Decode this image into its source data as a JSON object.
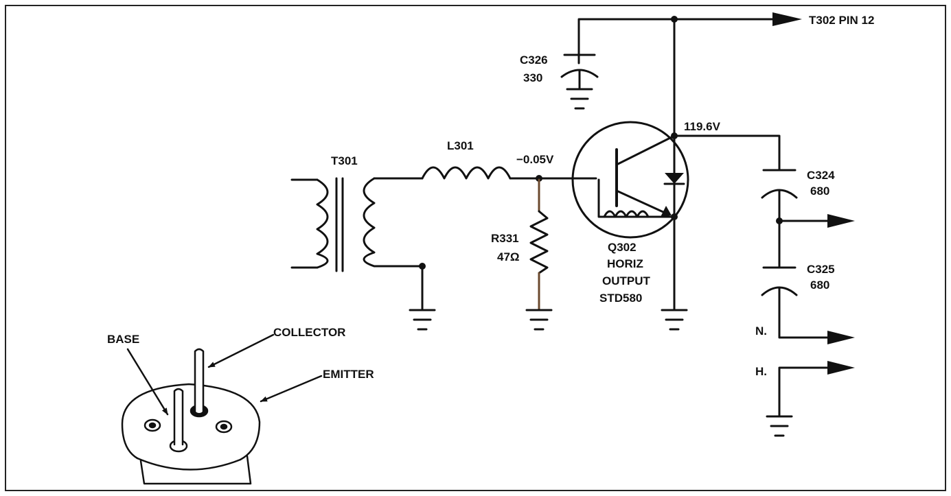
{
  "colors": {
    "ink": "#111111",
    "paper": "#ffffff",
    "frame": "#222222",
    "resistor_wire": "#6b4a2e"
  },
  "labels": {
    "t302_pin": "T302 PIN 12",
    "c326_name": "C326",
    "c326_value": "330",
    "t301": "T301",
    "l301": "L301",
    "base_voltage": "−0.05V",
    "collector_voltage": "119.6V",
    "c324_name": "C324",
    "c324_value": "680",
    "c325_name": "C325",
    "c325_value": "680",
    "r331_name": "R331",
    "r331_value": "47Ω",
    "q302_name": "Q302",
    "q302_desc_1": "HORIZ",
    "q302_desc_2": "OUTPUT",
    "q302_part": "STD580",
    "tap_n": "N.",
    "tap_h": "H.",
    "pin_base": "BASE",
    "pin_collector": "COLLECTOR",
    "pin_emitter": "EMITTER"
  }
}
